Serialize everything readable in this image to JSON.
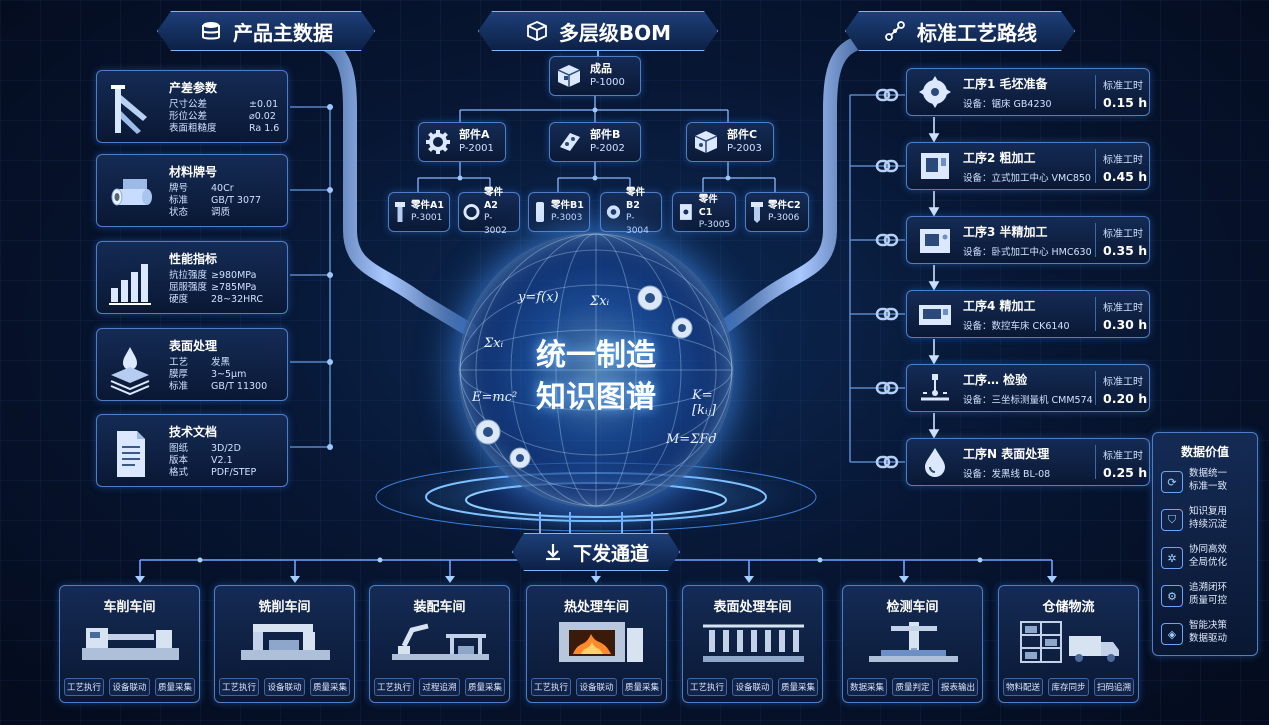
{
  "headers": {
    "product_master": "产品主数据",
    "bom": "多层级BOM",
    "route": "标准工艺路线"
  },
  "left_cards": [
    {
      "title": "产差参数",
      "icon": "caliper-icon",
      "rows": [
        {
          "k": "尺寸公差",
          "v": "±0.01"
        },
        {
          "k": "形位公差",
          "v": "⌀0.02"
        },
        {
          "k": "表面粗糙度",
          "v": "Ra 1.6"
        }
      ]
    },
    {
      "title": "材料牌号",
      "icon": "pipe-material-icon",
      "rows": [
        {
          "k": "牌号",
          "v": "40Cr"
        },
        {
          "k": "标准",
          "v": "GB/T 3077"
        },
        {
          "k": "状态",
          "v": "调质"
        }
      ]
    },
    {
      "title": "性能指标",
      "icon": "bar-chart-icon",
      "rows": [
        {
          "k": "抗拉强度",
          "v": "≥980MPa"
        },
        {
          "k": "屈服强度",
          "v": "≥785MPa"
        },
        {
          "k": "硬度",
          "v": "28~32HRC"
        }
      ]
    },
    {
      "title": "表面处理",
      "icon": "layers-drop-icon",
      "rows": [
        {
          "k": "工艺",
          "v": "发黑"
        },
        {
          "k": "膜厚",
          "v": "3~5μm"
        },
        {
          "k": "标准",
          "v": "GB/T 11300"
        }
      ]
    },
    {
      "title": "技术文档",
      "icon": "document-icon",
      "rows": [
        {
          "k": "图纸",
          "v": "3D/2D"
        },
        {
          "k": "版本",
          "v": "V2.1"
        },
        {
          "k": "格式",
          "v": "PDF/STEP"
        }
      ]
    }
  ],
  "bom": {
    "root": {
      "name": "成品",
      "code": "P-1000"
    },
    "parts": [
      {
        "name": "部件A",
        "code": "P-2001"
      },
      {
        "name": "部件B",
        "code": "P-2002"
      },
      {
        "name": "部件C",
        "code": "P-2003"
      }
    ],
    "leaves": [
      {
        "name": "零件A1",
        "code": "P-3001"
      },
      {
        "name": "零件A2",
        "code": "P-3002"
      },
      {
        "name": "零件B1",
        "code": "P-3003"
      },
      {
        "name": "零件B2",
        "code": "P-3004"
      },
      {
        "name": "零件C1",
        "code": "P-3005"
      },
      {
        "name": "零件C2",
        "code": "P-3006"
      }
    ]
  },
  "processes": [
    {
      "name": "工序1  毛坯准备",
      "equip": "设备：锯床    GB4230",
      "std_label": "标准工时",
      "std": "0.15 h"
    },
    {
      "name": "工序2  粗加工",
      "equip": "设备：立式加工中心  VMC850",
      "std_label": "标准工时",
      "std": "0.45 h"
    },
    {
      "name": "工序3  半精加工",
      "equip": "设备：卧式加工中心  HMC630",
      "std_label": "标准工时",
      "std": "0.35 h"
    },
    {
      "name": "工序4  精加工",
      "equip": "设备：数控车床    CK6140",
      "std_label": "标准工时",
      "std": "0.30 h"
    },
    {
      "name": "工序…  检验",
      "equip": "设备：三坐标测量机  CMM574",
      "std_label": "标准工时",
      "std": "0.20 h"
    },
    {
      "name": "工序N  表面处理",
      "equip": "设备：发黑线    BL-08",
      "std_label": "标准工时",
      "std": "0.25 h"
    }
  ],
  "core": {
    "line1": "统一制造",
    "line2": "知识图谱",
    "formulas": [
      "y=f(x)",
      "Σxᵢ",
      "Σxᵢ",
      "E=mc²",
      "K=[kᵢⱼ]",
      "M=ΣFd"
    ]
  },
  "distribution": {
    "label": "下发通道"
  },
  "workshops": [
    {
      "title": "车削车间",
      "tags": [
        "工艺执行",
        "设备联动",
        "质量采集"
      ],
      "icon": "lathe-icon"
    },
    {
      "title": "铣削车间",
      "tags": [
        "工艺执行",
        "设备联动",
        "质量采集"
      ],
      "icon": "milling-icon"
    },
    {
      "title": "装配车间",
      "tags": [
        "工艺执行",
        "过程追溯",
        "质量采集"
      ],
      "icon": "robot-arm-icon"
    },
    {
      "title": "热处理车间",
      "tags": [
        "工艺执行",
        "设备联动",
        "质量采集"
      ],
      "icon": "furnace-icon"
    },
    {
      "title": "表面处理车间",
      "tags": [
        "工艺执行",
        "设备联动",
        "质量采集"
      ],
      "icon": "plating-line-icon"
    },
    {
      "title": "检测车间",
      "tags": [
        "数据采集",
        "质量判定",
        "报表输出"
      ],
      "icon": "cmm-icon"
    },
    {
      "title": "仓储物流",
      "tags": [
        "物料配送",
        "库存同步",
        "扫码追溯"
      ],
      "icon": "warehouse-truck-icon"
    }
  ],
  "value": {
    "title": "数据价值",
    "items": [
      {
        "label": "数据统一\n标准一致",
        "icon": "sync-icon"
      },
      {
        "label": "知识复用\n持续沉淀",
        "icon": "shield-icon"
      },
      {
        "label": "协同高效\n全局优化",
        "icon": "network-icon"
      },
      {
        "label": "追溯闭环\n质量可控",
        "icon": "gear-loop-icon"
      },
      {
        "label": "智能决策\n数据驱动",
        "icon": "compass-icon"
      }
    ]
  },
  "colors": {
    "accent": "#4da3ff",
    "glow": "#6cb6ff",
    "panel_border": "#4d7fc9"
  }
}
